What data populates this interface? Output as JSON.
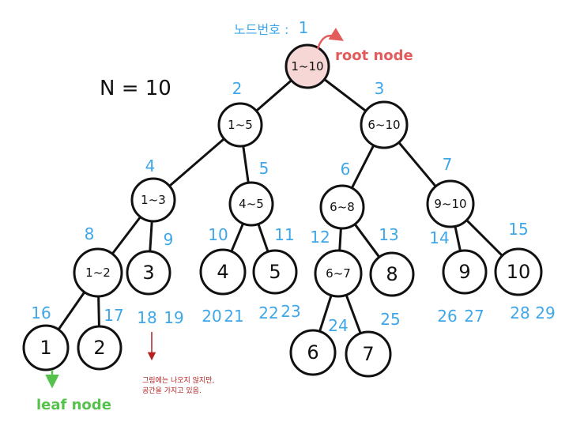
{
  "title": "N = 10",
  "node_number_caption": "노드번호 :",
  "root_label": "root node",
  "leaf_label": "leaf node",
  "note_lines": [
    "그림에는 나오지 않지만,",
    "공간을 가지고 있음."
  ],
  "colors": {
    "index": "#3fa7e8",
    "root_label": "#e25c5c",
    "leaf_label": "#55c24b",
    "note": "#b22222",
    "root_fill": "#f7d6d6"
  },
  "nodes": [
    {
      "index": "1",
      "label": "1~10"
    },
    {
      "index": "2",
      "label": "1~5"
    },
    {
      "index": "3",
      "label": "6~10"
    },
    {
      "index": "4",
      "label": "1~3"
    },
    {
      "index": "5",
      "label": "4~5"
    },
    {
      "index": "6",
      "label": "6~8"
    },
    {
      "index": "7",
      "label": "9~10"
    },
    {
      "index": "8",
      "label": "1~2"
    },
    {
      "index": "9",
      "label": "3"
    },
    {
      "index": "10",
      "label": "4"
    },
    {
      "index": "11",
      "label": "5"
    },
    {
      "index": "12",
      "label": "6~7"
    },
    {
      "index": "13",
      "label": "8"
    },
    {
      "index": "14",
      "label": "9"
    },
    {
      "index": "15",
      "label": "10"
    },
    {
      "index": "16",
      "label": "1"
    },
    {
      "index": "17",
      "label": "2"
    },
    {
      "index": "24",
      "label": "6"
    },
    {
      "index": "25",
      "label": "7"
    }
  ],
  "empty_indices": [
    "18",
    "19",
    "20",
    "21",
    "22",
    "23",
    "26",
    "27",
    "28",
    "29"
  ]
}
